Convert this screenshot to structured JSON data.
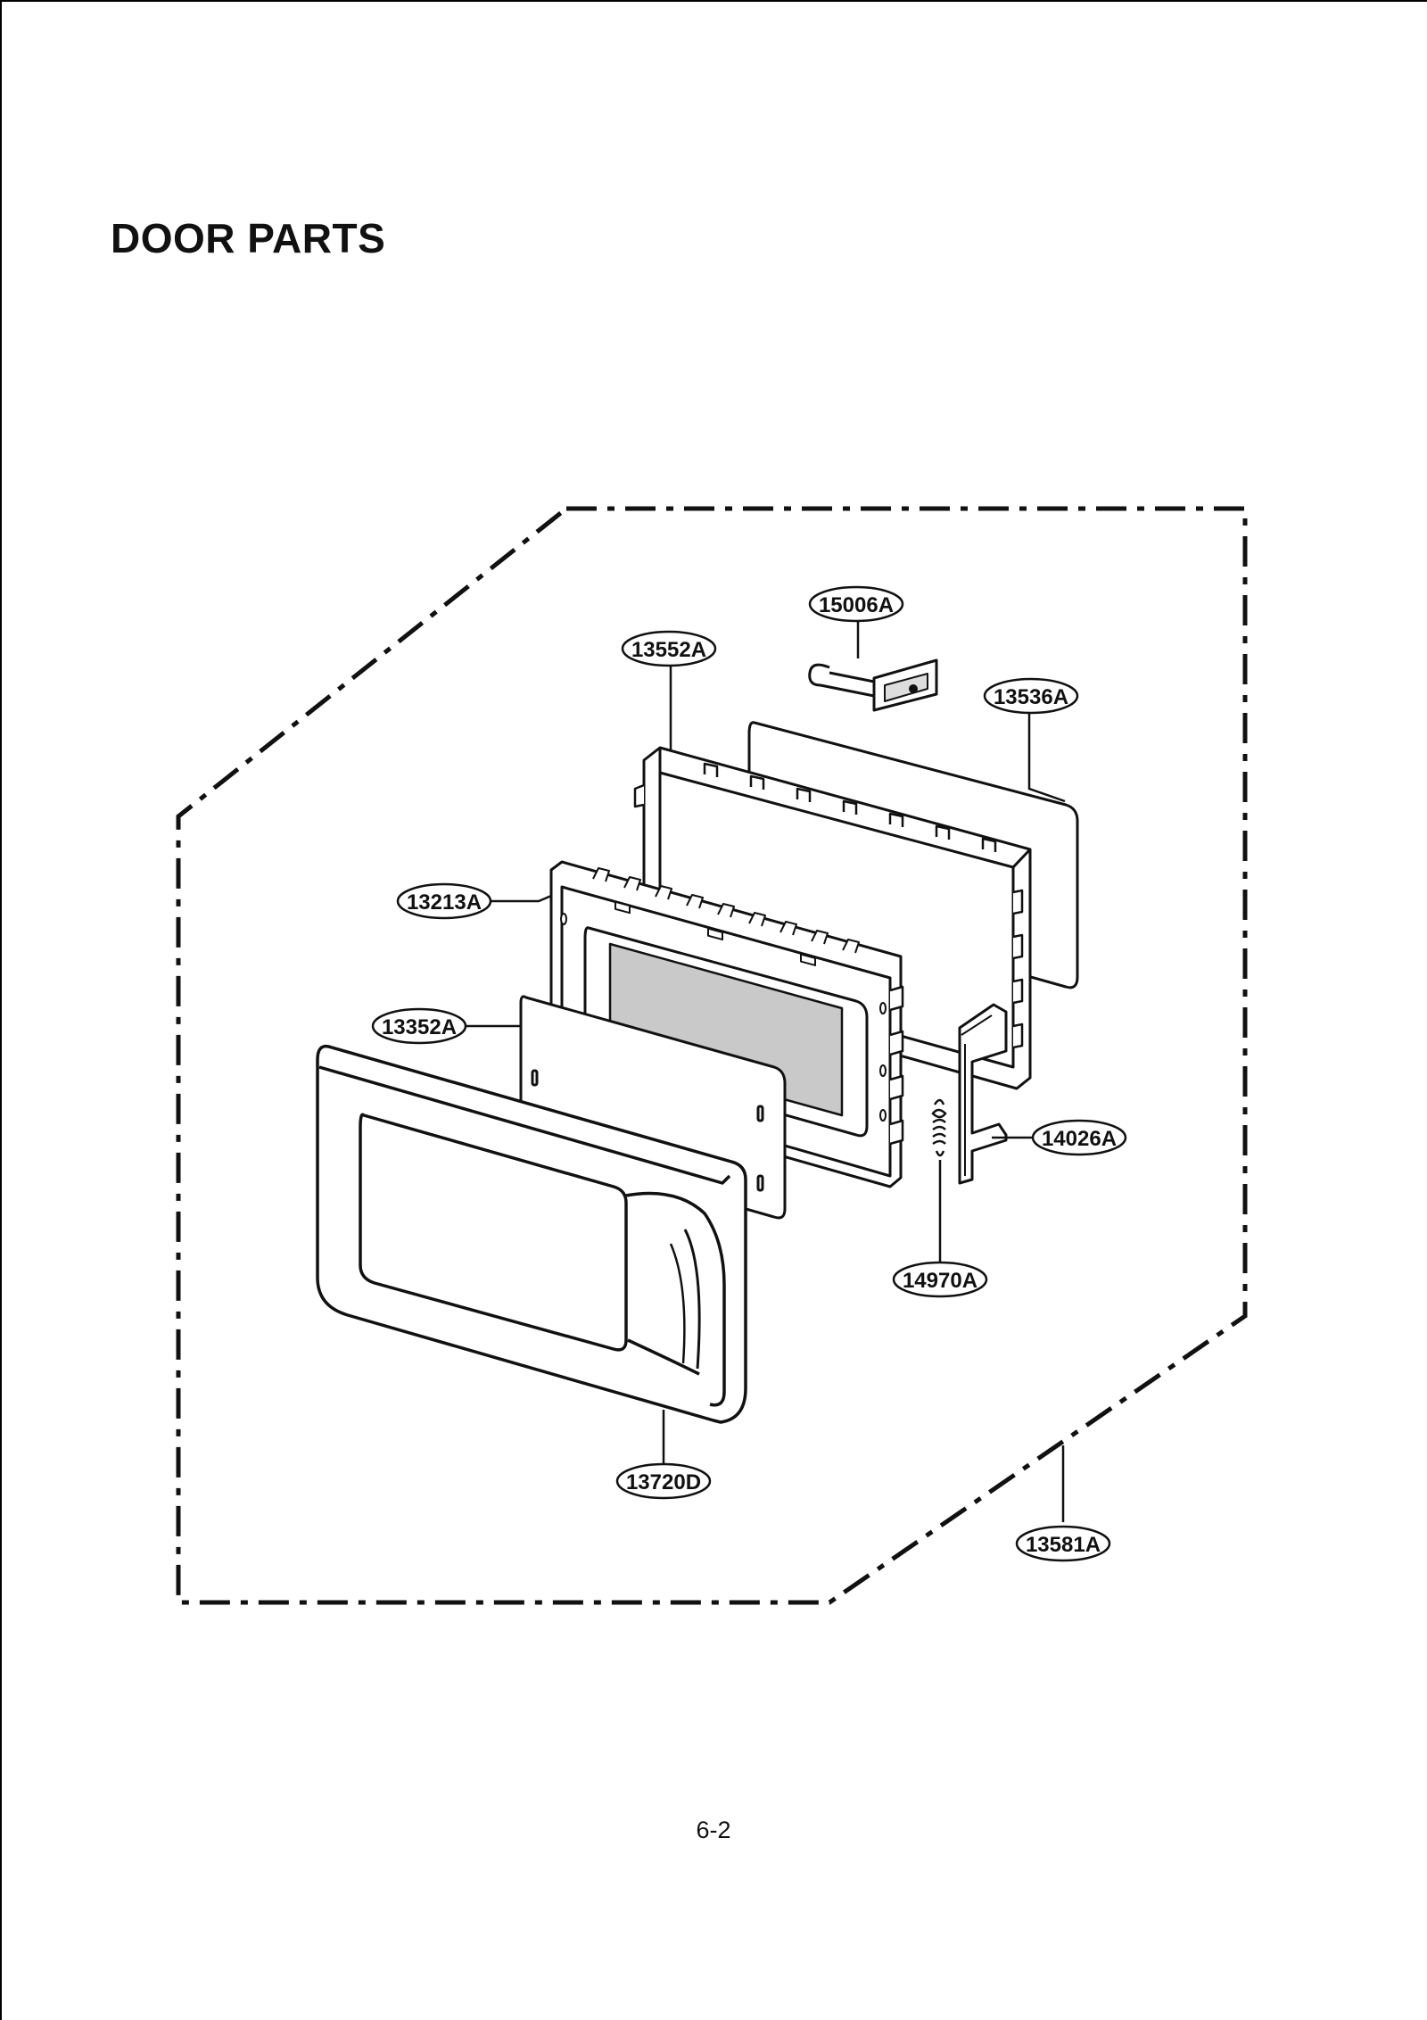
{
  "page": {
    "title": "DOOR PARTS",
    "page_number": "6-2"
  },
  "callouts": {
    "assembly": "13581A",
    "choke_cover": "15006A",
    "door_frame": "13552A",
    "door_plate": "13536A",
    "door_inner": "13213A",
    "door_screen": "13352A",
    "door_front": "13720D",
    "latch": "14026A",
    "spring": "14970A"
  }
}
